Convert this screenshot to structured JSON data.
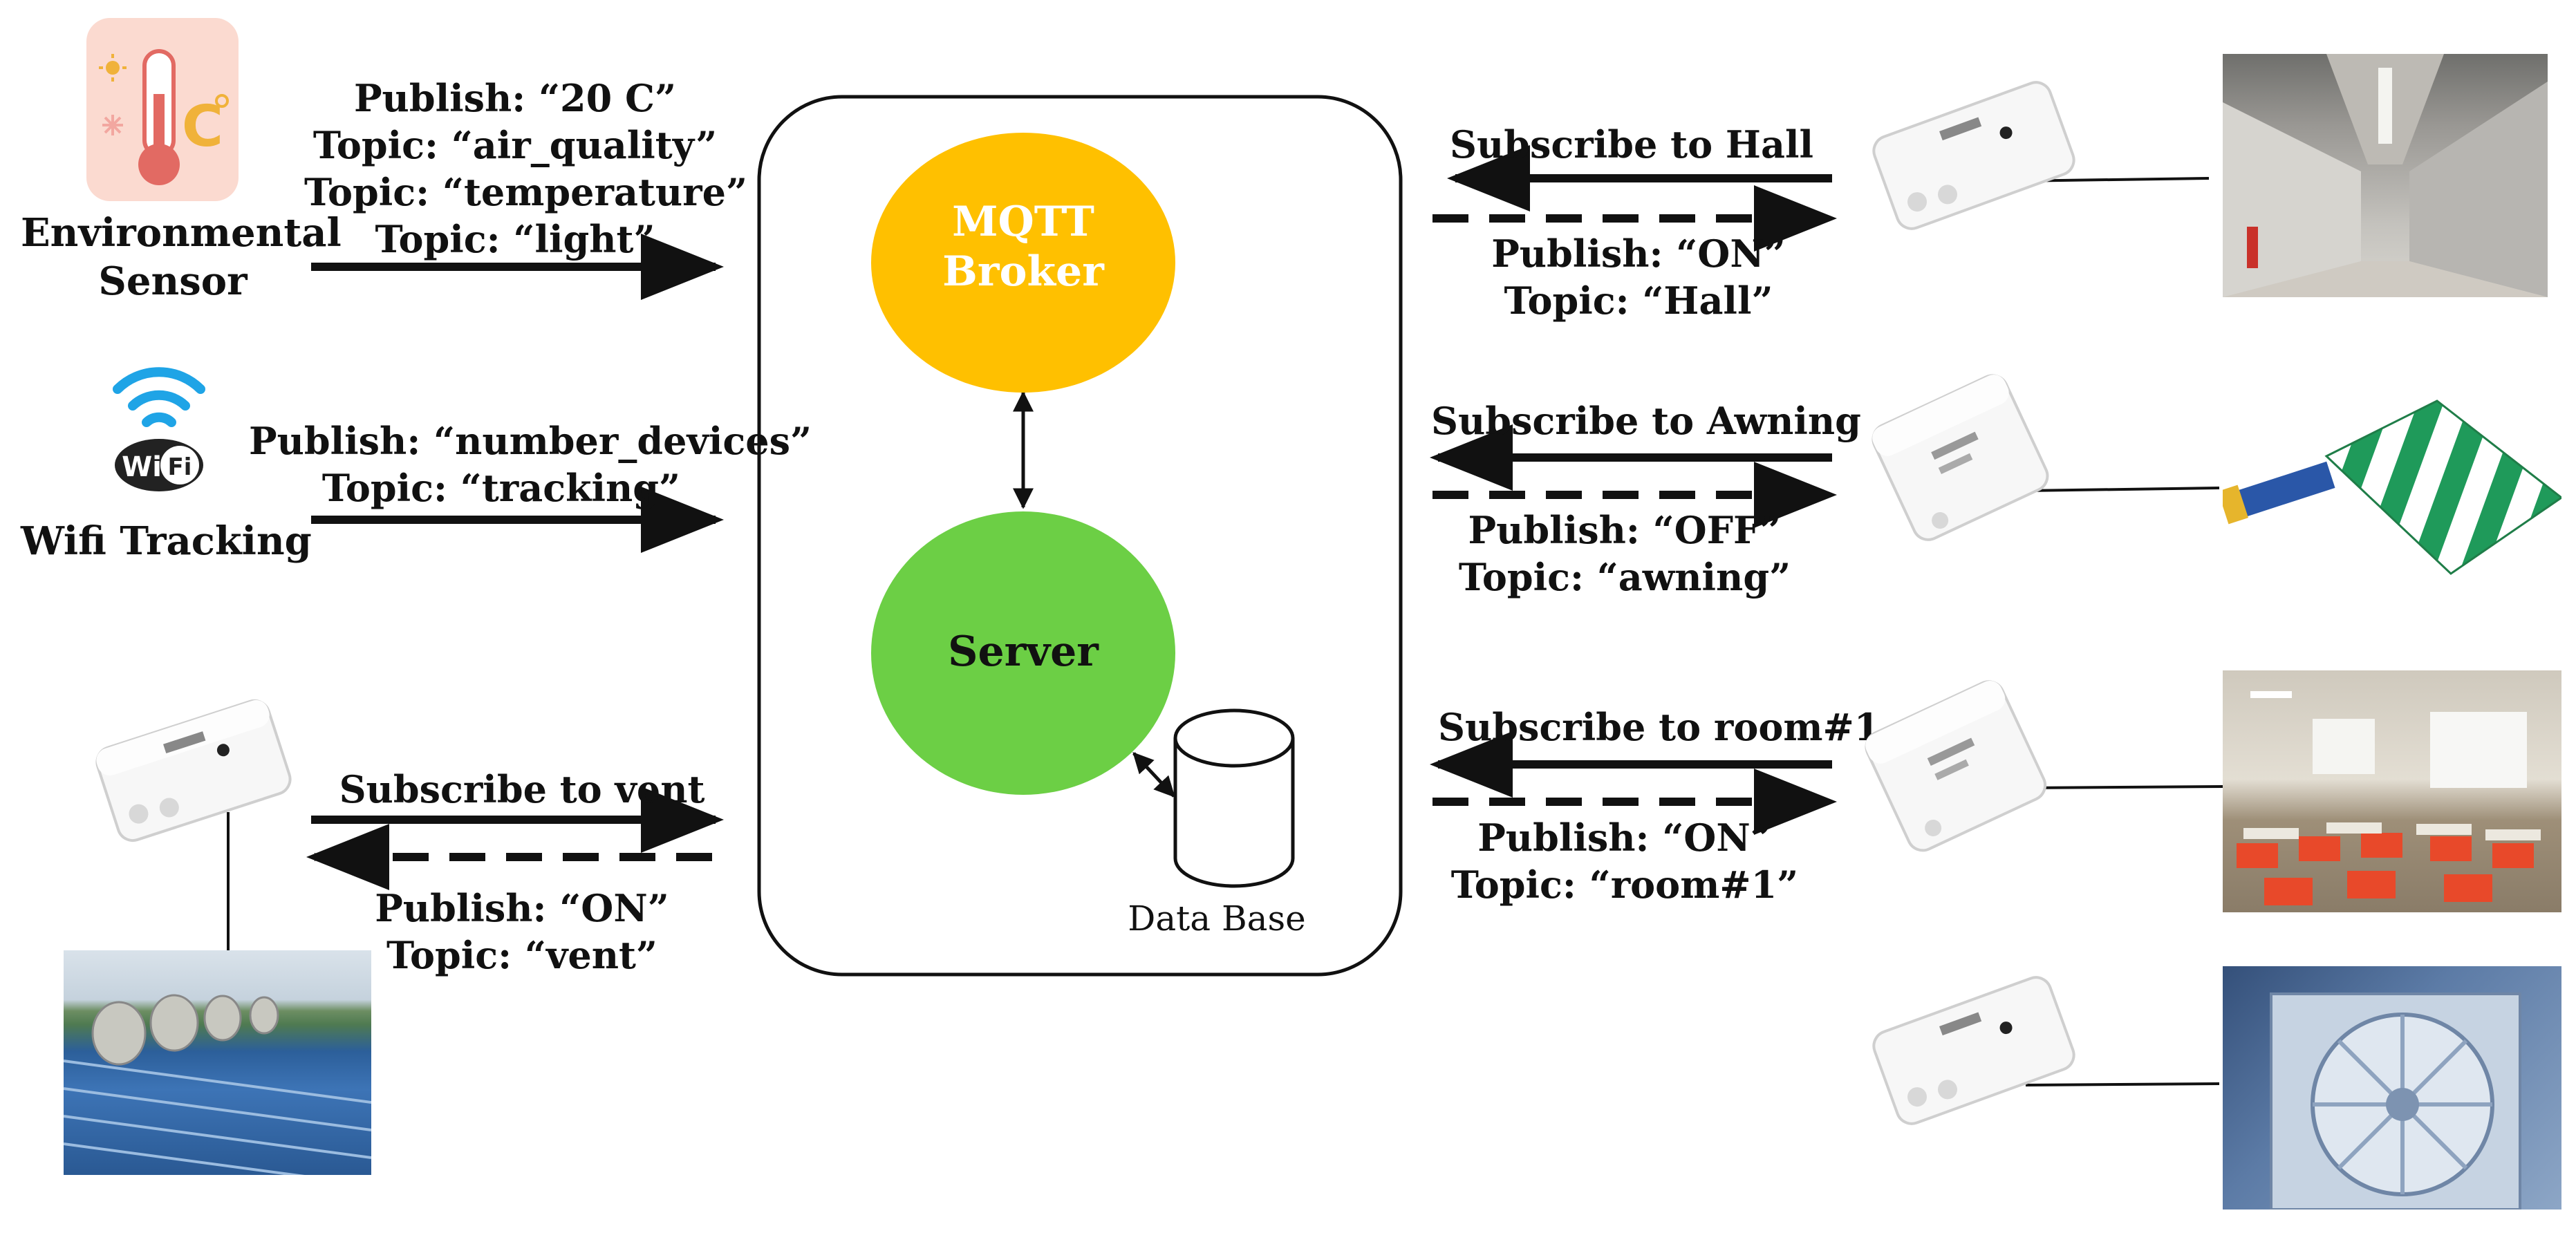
{
  "left": {
    "sensor": {
      "name_line1": "Environmental",
      "name_line2": "Sensor",
      "publish": "Publish: “20 C”",
      "topic1": "Topic: “air_quality”",
      "topic2": "Topic: “temperature”",
      "topic3": "Topic: “light”"
    },
    "wifi": {
      "name": "Wifi Tracking",
      "logo_text": "Wi Fi",
      "publish": "Publish: “number_devices”",
      "topic": "Topic: “tracking”"
    },
    "vent": {
      "subscribe": "Subscribe to vent",
      "publish": "Publish: “ON”",
      "topic": "Topic: “vent”"
    }
  },
  "center": {
    "broker_line1": "MQTT",
    "broker_line2": "Broker",
    "server": "Server",
    "database": "Data Base",
    "colors": {
      "broker": "#ffc000",
      "server": "#6ccf45"
    }
  },
  "right": {
    "hall": {
      "subscribe": "Subscribe to Hall",
      "publish": "Publish: “ON”",
      "topic": "Topic: “Hall”"
    },
    "awning": {
      "subscribe": "Subscribe to Awning",
      "publish": "Publish: “OFF”",
      "topic": "Topic: “awning”"
    },
    "room": {
      "subscribe": "Subscribe to room#1",
      "publish": "Publish: “ON”",
      "topic": "Topic: “room#1”"
    }
  },
  "icons": {
    "sensor": "thermometer-icon",
    "wifi": "wifi-icon",
    "relay": "smart-switch-icon",
    "database": "database-cylinder-icon"
  }
}
